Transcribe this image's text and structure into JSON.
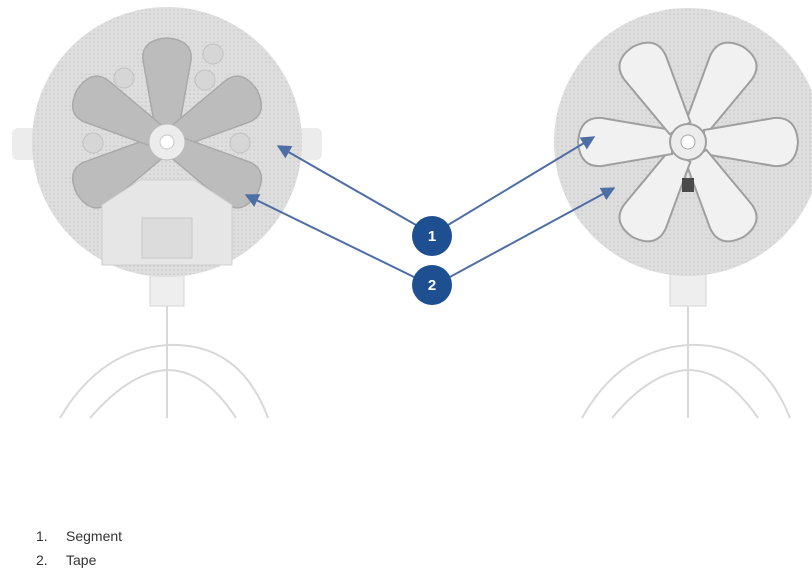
{
  "callouts": [
    {
      "number": "1"
    },
    {
      "number": "2"
    }
  ],
  "legend": [
    {
      "number": "1.",
      "label": "Segment"
    },
    {
      "number": "2.",
      "label": "Tape"
    }
  ],
  "colors": {
    "callout_fill": "#1d4f91",
    "arrow": "#4e6fa6",
    "tape": "#e2e2e2",
    "segment_left": "#b9b9b9",
    "segment_right": "#f1f1f1"
  }
}
